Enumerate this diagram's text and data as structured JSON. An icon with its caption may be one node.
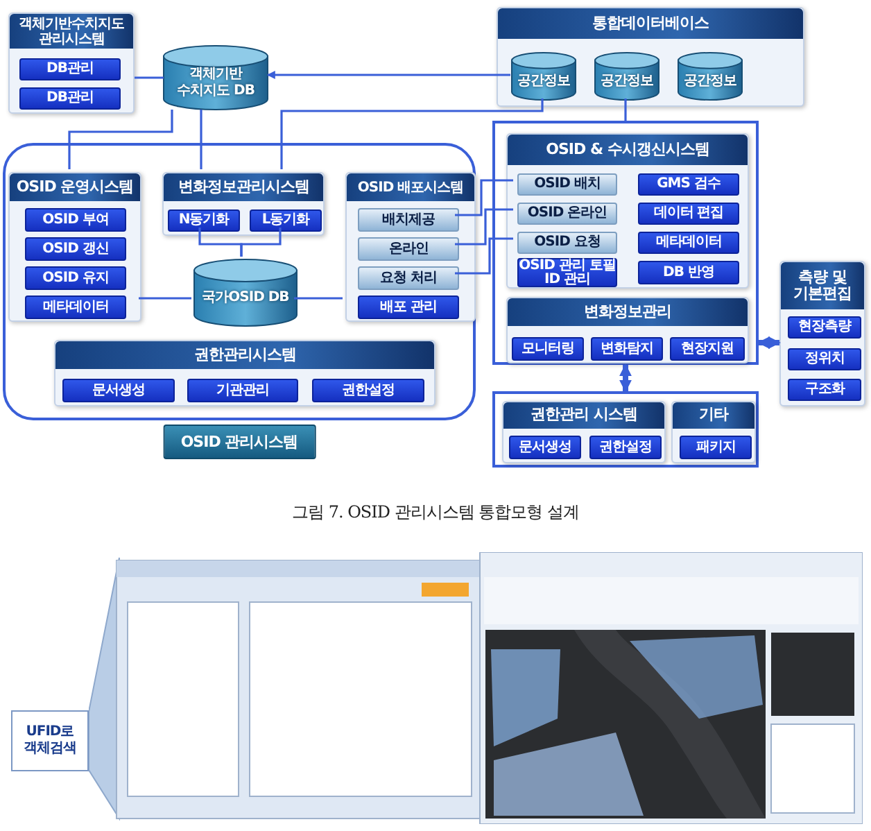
{
  "diagram": {
    "caption": "그림 7. OSID 관리시스템 통합모형 설계",
    "nodes": [
      {
        "text": [
          "객체기반수치지도 관리시스템"
        ]
      },
      {
        "text": [
          "DB관리"
        ],
        "in": 0
      },
      {
        "text": [
          "DB관리"
        ],
        "in": 0
      },
      {
        "text": [
          "객체기반 수치지도 DB"
        ]
      },
      {
        "text": [
          "통합데이터베이스"
        ]
      },
      {
        "text": [
          "공간정보"
        ],
        "in": 4
      },
      {
        "text": [
          "공간정보"
        ],
        "in": 4
      },
      {
        "text": [
          "공간정보"
        ],
        "in": 4
      },
      {
        "text": [
          "OSID 관리시스템"
        ]
      },
      {
        "text": [
          "OSID 운영시스템"
        ],
        "in": 8
      },
      {
        "text": [
          "OSID 부여"
        ],
        "in": 9
      },
      {
        "text": [
          "OSID 갱신"
        ],
        "in": 9
      },
      {
        "text": [
          "OSID 유지"
        ],
        "in": 9
      },
      {
        "text": [
          "메타데이터"
        ],
        "in": 9
      },
      {
        "text": [
          "변화정보관리시스템"
        ],
        "in": 8
      },
      {
        "text": [
          "N동기화"
        ],
        "in": 14
      },
      {
        "text": [
          "L동기화"
        ],
        "in": 14
      },
      {
        "text": [
          "OSID 배포시스템"
        ],
        "in": 8
      },
      {
        "text": [
          "배치제공"
        ],
        "in": 17
      },
      {
        "text": [
          "온라인"
        ],
        "in": 17
      },
      {
        "text": [
          "요청 처리"
        ],
        "in": 17
      },
      {
        "text": [
          "배포 관리"
        ],
        "in": 17
      },
      {
        "text": [
          "국가OSID DB"
        ],
        "in": 8
      },
      {
        "text": [
          "권한관리시스템"
        ],
        "in": 8
      },
      {
        "text": [
          "문서생성"
        ],
        "in": 23
      },
      {
        "text": [
          "기관관리"
        ],
        "in": 23
      },
      {
        "text": [
          "권한설정"
        ],
        "in": 23
      },
      {
        "text": [],
        "shape": "box"
      },
      {
        "text": [
          "OSID & 수시갱신시스템"
        ],
        "in": 27
      },
      {
        "text": [
          "OSID 배치"
        ],
        "in": 28
      },
      {
        "text": [
          "OSID 온라인"
        ],
        "in": 28
      },
      {
        "text": [
          "OSID 요청"
        ],
        "in": 28
      },
      {
        "text": [
          "OSID 관리 토필 ID 관리"
        ],
        "in": 28
      },
      {
        "text": [
          "GMS 검수"
        ],
        "in": 28
      },
      {
        "text": [
          "데이터 편집"
        ],
        "in": 28
      },
      {
        "text": [
          "메타데이터"
        ],
        "in": 28
      },
      {
        "text": [
          "DB 반영"
        ],
        "in": 28
      },
      {
        "text": [
          "변화정보관리"
        ],
        "in": 27
      },
      {
        "text": [
          "모니터링"
        ],
        "in": 37
      },
      {
        "text": [
          "변화탐지"
        ],
        "in": 37
      },
      {
        "text": [
          "현장지원"
        ],
        "in": 37
      },
      {
        "text": [],
        "shape": "box"
      },
      {
        "text": [
          "권한관리 시스템"
        ],
        "in": 41
      },
      {
        "text": [
          "문서생성"
        ],
        "in": 42
      },
      {
        "text": [
          "권한설정"
        ],
        "in": 42
      },
      {
        "text": [
          "기타"
        ],
        "in": 41
      },
      {
        "text": [
          "패키지"
        ],
        "in": 45
      },
      {
        "text": [
          "측량 및 기본편집"
        ]
      },
      {
        "text": [
          "현장측량"
        ],
        "in": 47
      },
      {
        "text": [
          "정위치"
        ],
        "in": 47
      },
      {
        "text": [
          "구조화"
        ],
        "in": 47
      },
      {
        "text": [
          "UFID로 객체검색"
        ]
      },
      {
        "text": [],
        "shape": "picture"
      }
    ],
    "edges": [
      {
        "from": 0,
        "to": 3,
        "arrow": "none"
      },
      {
        "from": 5,
        "to": 3,
        "arrow": "to"
      },
      {
        "from": 3,
        "to": 9,
        "arrow": "none"
      },
      {
        "from": 3,
        "to": 14,
        "arrow": "none"
      },
      {
        "from": 5,
        "to": 14,
        "arrow": "none"
      },
      {
        "from": 6,
        "to": 27,
        "arrow": "none"
      },
      {
        "from": 15,
        "to": 22,
        "arrow": "none"
      },
      {
        "from": 16,
        "to": 22,
        "arrow": "none"
      },
      {
        "from": 9,
        "to": 22,
        "arrow": "none"
      },
      {
        "from": 22,
        "to": 17,
        "arrow": "none"
      },
      {
        "from": 18,
        "to": 29,
        "arrow": "none"
      },
      {
        "from": 19,
        "to": 30,
        "arrow": "none"
      },
      {
        "from": 20,
        "to": 31,
        "arrow": "none"
      },
      {
        "from": 27,
        "to": 41,
        "arrow": "both",
        "style": "thick"
      },
      {
        "from": 27,
        "to": 47,
        "arrow": "both",
        "style": "thick"
      }
    ]
  }
}
